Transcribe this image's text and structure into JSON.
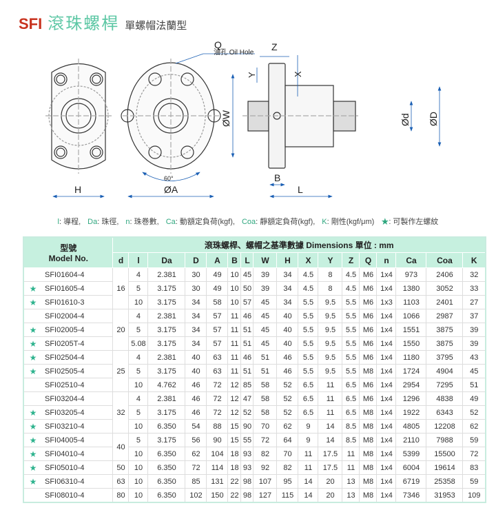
{
  "title": {
    "brand": "SFI",
    "name": "滾珠螺桿",
    "subtitle": "單螺帽法蘭型"
  },
  "diagram": {
    "q_label": "Q",
    "oil_hole": "油孔  Oil Hole",
    "h": "H",
    "a": "ØA",
    "w": "ØW",
    "angle": "60°",
    "z": "Z",
    "y": "Y",
    "x": "X",
    "b": "B",
    "l": "L",
    "d_small": "Ød",
    "d_big": "ØD"
  },
  "legend": [
    {
      "key": "l",
      "desc": ": 導程,"
    },
    {
      "key": "Da",
      "desc": ": 珠徑,"
    },
    {
      "key": "n",
      "desc": ": 珠巻數,"
    },
    {
      "key": "Ca",
      "desc": ": 動額定負荷(kgf),"
    },
    {
      "key": "Coa",
      "desc": ": 靜額定負荷(kgf),"
    },
    {
      "key": "K",
      "desc": ": 剛性(kgf/μm)"
    },
    {
      "key": "★",
      "desc": ": 可製作左螺紋"
    }
  ],
  "table": {
    "model_header_cn": "型號",
    "model_header_en": "Model No.",
    "group_header": "滾珠螺桿、螺帽之基準數據 Dimensions  單位 : mm",
    "columns": [
      "d",
      "l",
      "Da",
      "D",
      "A",
      "B",
      "L",
      "W",
      "H",
      "X",
      "Y",
      "Z",
      "Q",
      "n",
      "Ca",
      "Coa",
      "K"
    ],
    "star_symbol": "★",
    "d_groups": [
      {
        "d": "16",
        "rows": 3
      },
      {
        "d": "20",
        "rows": 3
      },
      {
        "d": "25",
        "rows": 3
      },
      {
        "d": "32",
        "rows": 3
      },
      {
        "d": "40",
        "rows": 2
      },
      {
        "d": "50",
        "rows": 1
      },
      {
        "d": "63",
        "rows": 1
      },
      {
        "d": "80",
        "rows": 1
      }
    ],
    "rows": [
      {
        "star": false,
        "model": "SFI01604-4",
        "v": [
          "4",
          "2.381",
          "30",
          "49",
          "10",
          "45",
          "39",
          "34",
          "4.5",
          "8",
          "4.5",
          "M6",
          "1x4",
          "973",
          "2406",
          "32"
        ]
      },
      {
        "star": true,
        "model": "SFI01605-4",
        "v": [
          "5",
          "3.175",
          "30",
          "49",
          "10",
          "50",
          "39",
          "34",
          "4.5",
          "8",
          "4.5",
          "M6",
          "1x4",
          "1380",
          "3052",
          "33"
        ]
      },
      {
        "star": true,
        "model": "SFI01610-3",
        "v": [
          "10",
          "3.175",
          "34",
          "58",
          "10",
          "57",
          "45",
          "34",
          "5.5",
          "9.5",
          "5.5",
          "M6",
          "1x3",
          "1103",
          "2401",
          "27"
        ]
      },
      {
        "star": false,
        "model": "SFI02004-4",
        "v": [
          "4",
          "2.381",
          "34",
          "57",
          "11",
          "46",
          "45",
          "40",
          "5.5",
          "9.5",
          "5.5",
          "M6",
          "1x4",
          "1066",
          "2987",
          "37"
        ]
      },
      {
        "star": true,
        "model": "SFI02005-4",
        "v": [
          "5",
          "3.175",
          "34",
          "57",
          "11",
          "51",
          "45",
          "40",
          "5.5",
          "9.5",
          "5.5",
          "M6",
          "1x4",
          "1551",
          "3875",
          "39"
        ]
      },
      {
        "star": true,
        "model": "SFI0205T-4",
        "v": [
          "5.08",
          "3.175",
          "34",
          "57",
          "11",
          "51",
          "45",
          "40",
          "5.5",
          "9.5",
          "5.5",
          "M6",
          "1x4",
          "1550",
          "3875",
          "39"
        ]
      },
      {
        "star": true,
        "model": "SFI02504-4",
        "v": [
          "4",
          "2.381",
          "40",
          "63",
          "11",
          "46",
          "51",
          "46",
          "5.5",
          "9.5",
          "5.5",
          "M6",
          "1x4",
          "1180",
          "3795",
          "43"
        ]
      },
      {
        "star": true,
        "model": "SFI02505-4",
        "v": [
          "5",
          "3.175",
          "40",
          "63",
          "11",
          "51",
          "51",
          "46",
          "5.5",
          "9.5",
          "5.5",
          "M8",
          "1x4",
          "1724",
          "4904",
          "45"
        ]
      },
      {
        "star": false,
        "model": "SFI02510-4",
        "v": [
          "10",
          "4.762",
          "46",
          "72",
          "12",
          "85",
          "58",
          "52",
          "6.5",
          "11",
          "6.5",
          "M6",
          "1x4",
          "2954",
          "7295",
          "51"
        ]
      },
      {
        "star": false,
        "model": "SFI03204-4",
        "v": [
          "4",
          "2.381",
          "46",
          "72",
          "12",
          "47",
          "58",
          "52",
          "6.5",
          "11",
          "6.5",
          "M6",
          "1x4",
          "1296",
          "4838",
          "49"
        ]
      },
      {
        "star": true,
        "model": "SFI03205-4",
        "v": [
          "5",
          "3.175",
          "46",
          "72",
          "12",
          "52",
          "58",
          "52",
          "6.5",
          "11",
          "6.5",
          "M8",
          "1x4",
          "1922",
          "6343",
          "52"
        ]
      },
      {
        "star": true,
        "model": "SFI03210-4",
        "v": [
          "10",
          "6.350",
          "54",
          "88",
          "15",
          "90",
          "70",
          "62",
          "9",
          "14",
          "8.5",
          "M8",
          "1x4",
          "4805",
          "12208",
          "62"
        ]
      },
      {
        "star": true,
        "model": "SFI04005-4",
        "v": [
          "5",
          "3.175",
          "56",
          "90",
          "15",
          "55",
          "72",
          "64",
          "9",
          "14",
          "8.5",
          "M8",
          "1x4",
          "2110",
          "7988",
          "59"
        ]
      },
      {
        "star": true,
        "model": "SFI04010-4",
        "v": [
          "10",
          "6.350",
          "62",
          "104",
          "18",
          "93",
          "82",
          "70",
          "11",
          "17.5",
          "11",
          "M8",
          "1x4",
          "5399",
          "15500",
          "72"
        ]
      },
      {
        "star": true,
        "model": "SFI05010-4",
        "v": [
          "10",
          "6.350",
          "72",
          "114",
          "18",
          "93",
          "92",
          "82",
          "11",
          "17.5",
          "11",
          "M8",
          "1x4",
          "6004",
          "19614",
          "83"
        ]
      },
      {
        "star": true,
        "model": "SFI06310-4",
        "v": [
          "10",
          "6.350",
          "85",
          "131",
          "22",
          "98",
          "107",
          "95",
          "14",
          "20",
          "13",
          "M8",
          "1x4",
          "6719",
          "25358",
          "59"
        ]
      },
      {
        "star": false,
        "model": "SFI08010-4",
        "v": [
          "10",
          "6.350",
          "102",
          "150",
          "22",
          "98",
          "127",
          "115",
          "14",
          "20",
          "13",
          "M8",
          "1x4",
          "7346",
          "31953",
          "109"
        ]
      }
    ]
  }
}
